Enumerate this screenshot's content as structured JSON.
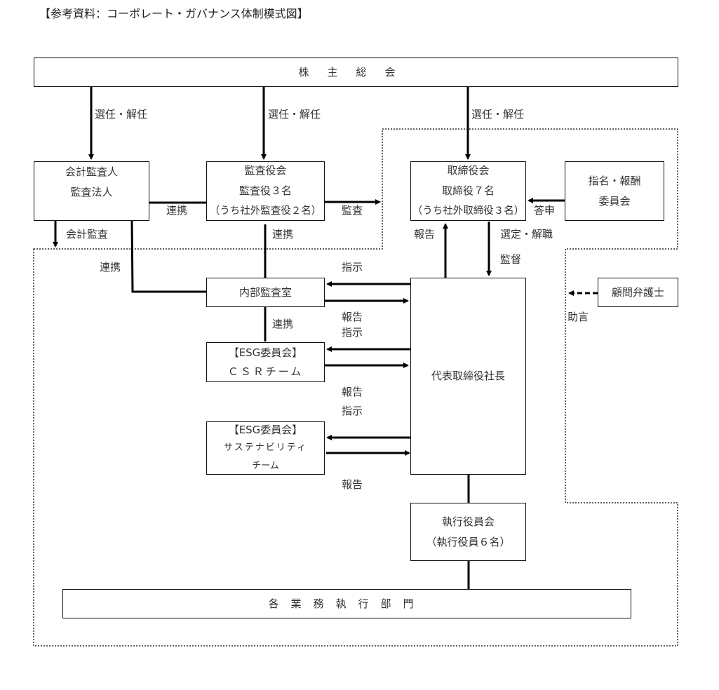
{
  "title": "【参考資料：コーポレート・ガバナンス体制模式図】",
  "boxes": {
    "shareholders": "株主総会",
    "accounting_auditor": {
      "line1": "会計監査人",
      "line2": "監査法人"
    },
    "audit_board": {
      "line1": "監査役会",
      "line2": "監査役３名",
      "line3": "（うち社外監査役２名）"
    },
    "board_of_directors": {
      "line1": "取締役会",
      "line2": "取締役７名",
      "line3": "（うち社外取締役３名）"
    },
    "nomination_committee": {
      "line1": "指名・報酬",
      "line2": "委員会"
    },
    "legal_advisor": "顧問弁護士",
    "internal_audit": "内部監査室",
    "esg_csr": {
      "line1": "【ESG委員会】",
      "line2": "ＣＳＲチーム"
    },
    "esg_sustainability": {
      "line1": "【ESG委員会】",
      "line2": "サステナビリティ",
      "line3": "チーム"
    },
    "president": "代表取締役社長",
    "executive_committee": {
      "line1": "執行役員会",
      "line2": "（執行役員６名）"
    },
    "business_divisions": "各業務執行部門"
  },
  "labels": {
    "elect_dismiss_1": "選任・解任",
    "elect_dismiss_2": "選任・解任",
    "elect_dismiss_3": "選任・解任",
    "cooperation_1": "連携",
    "audit": "監査",
    "accounting_audit": "会計監査",
    "cooperation_2": "連携",
    "cooperation_3": "連携",
    "cooperation_4": "連携",
    "report_to_board": "報告",
    "appoint_dismiss": "選定・解職",
    "supervise": "監督",
    "recommend": "答申",
    "advice": "助言",
    "instruct_1": "指示",
    "report_1": "報告",
    "instruct_2": "指示",
    "report_2": "報告",
    "instruct_3": "指示",
    "report_3": "報告"
  },
  "colors": {
    "line": "#000000",
    "text": "#333333",
    "background": "#ffffff"
  }
}
